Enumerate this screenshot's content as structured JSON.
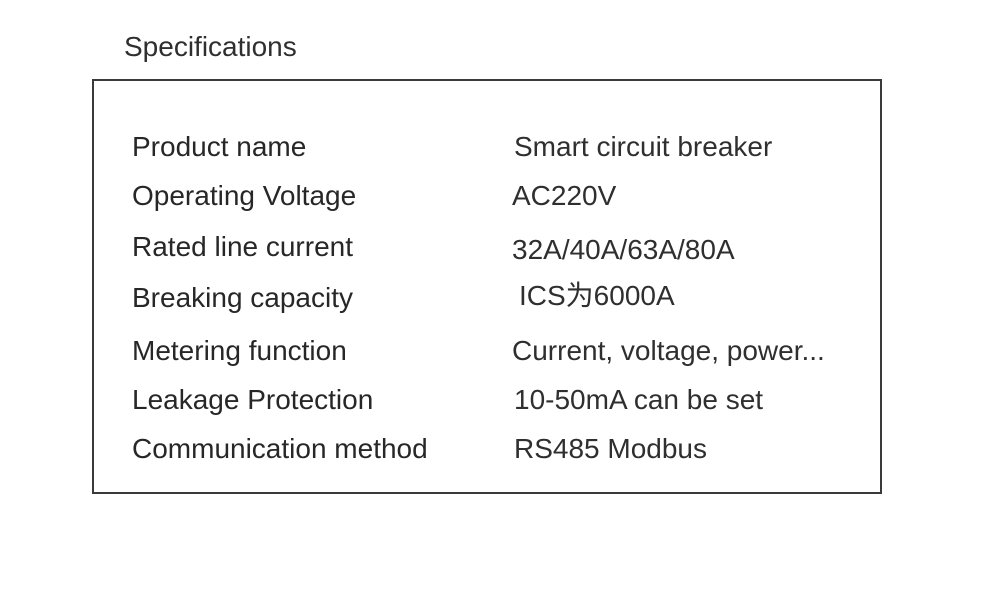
{
  "title": "Specifications",
  "specs": [
    {
      "label": "Product name",
      "value": "Smart circuit breaker"
    },
    {
      "label": "Operating Voltage",
      "value": "AC220V"
    },
    {
      "label": "Rated line current",
      "value": "32A/40A/63A/80A"
    },
    {
      "label": "Breaking capacity",
      "value": "ICS为6000A"
    },
    {
      "label": "Metering function",
      "value": "Current, voltage, power..."
    },
    {
      "label": "Leakage Protection",
      "value": "10-50mA can be set"
    },
    {
      "label": "Communication method",
      "value": "RS485 Modbus"
    }
  ]
}
